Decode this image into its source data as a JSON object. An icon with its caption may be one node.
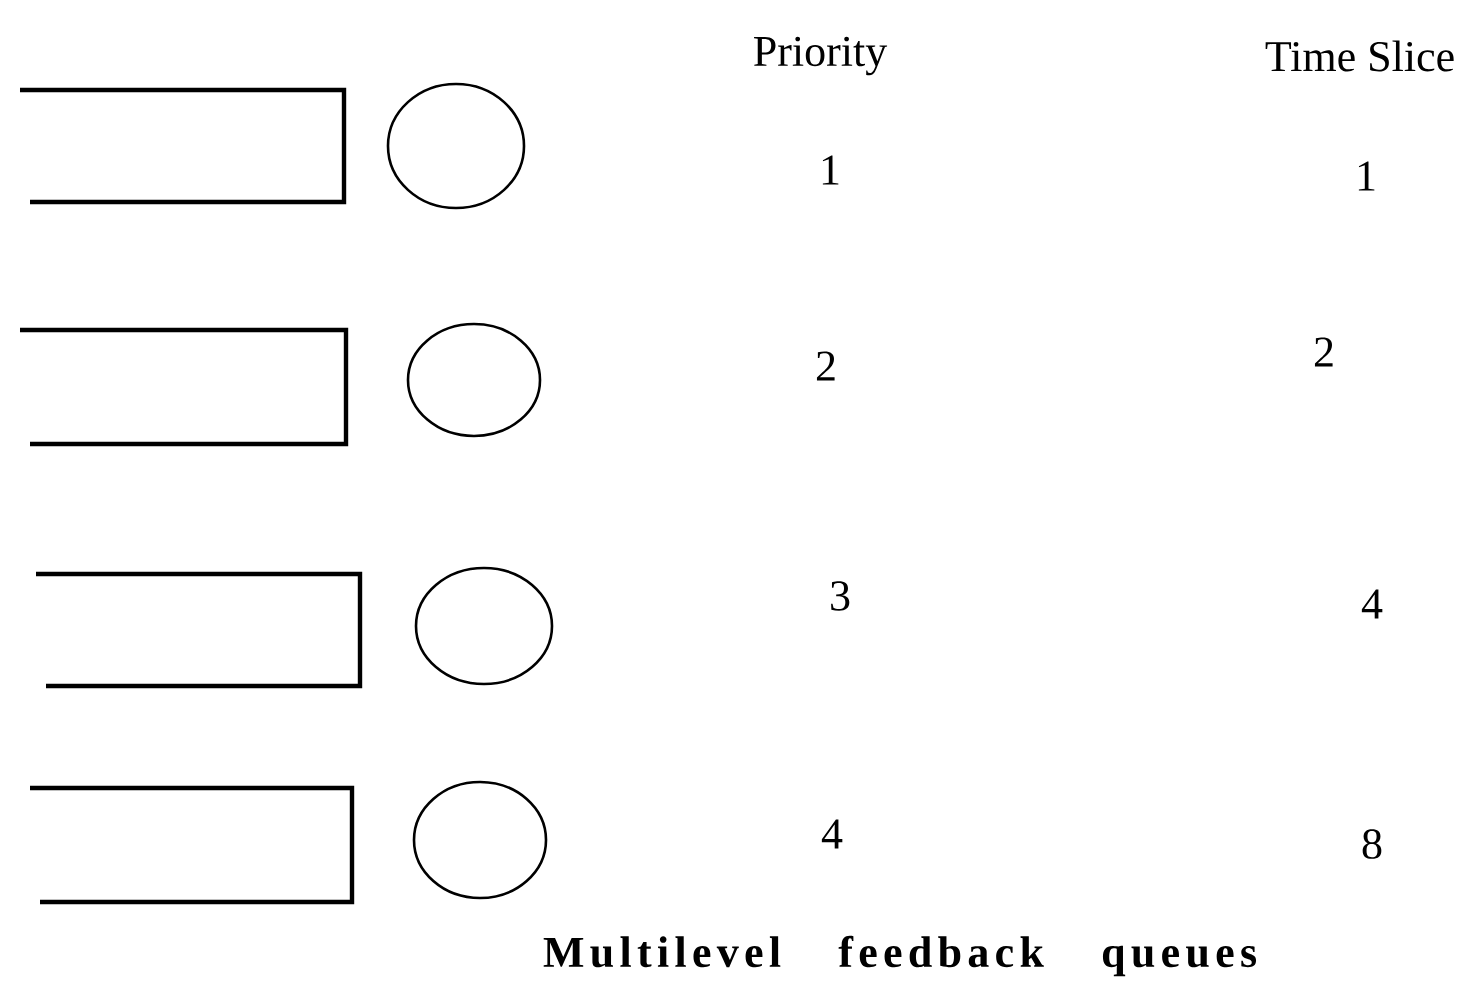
{
  "diagram": {
    "caption": "Multilevel feedback queues",
    "nodes": [
      {
        "text": [],
        "shape": "box"
      },
      {
        "text": [],
        "shape": "circle"
      },
      {
        "text": [],
        "shape": "box"
      },
      {
        "text": [],
        "shape": "circle"
      },
      {
        "text": [],
        "shape": "box"
      },
      {
        "text": [],
        "shape": "circle"
      },
      {
        "text": [],
        "shape": "box"
      },
      {
        "text": [],
        "shape": "circle"
      }
    ],
    "labels": [
      "Priority",
      "Time Slice",
      "1",
      "1",
      "2",
      "2",
      "3",
      "4",
      "4",
      "8"
    ]
  }
}
